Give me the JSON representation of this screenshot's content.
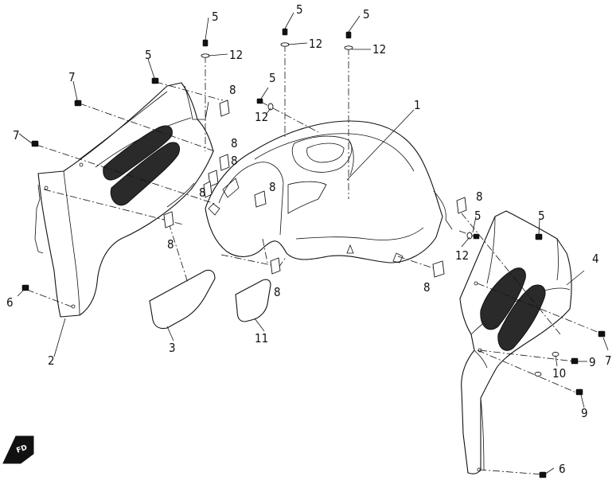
{
  "diagram": {
    "callouts": [
      "1",
      "2",
      "3",
      "4",
      "5",
      "6",
      "7",
      "8",
      "9",
      "10",
      "11",
      "12"
    ],
    "direction_badge": "FD"
  }
}
